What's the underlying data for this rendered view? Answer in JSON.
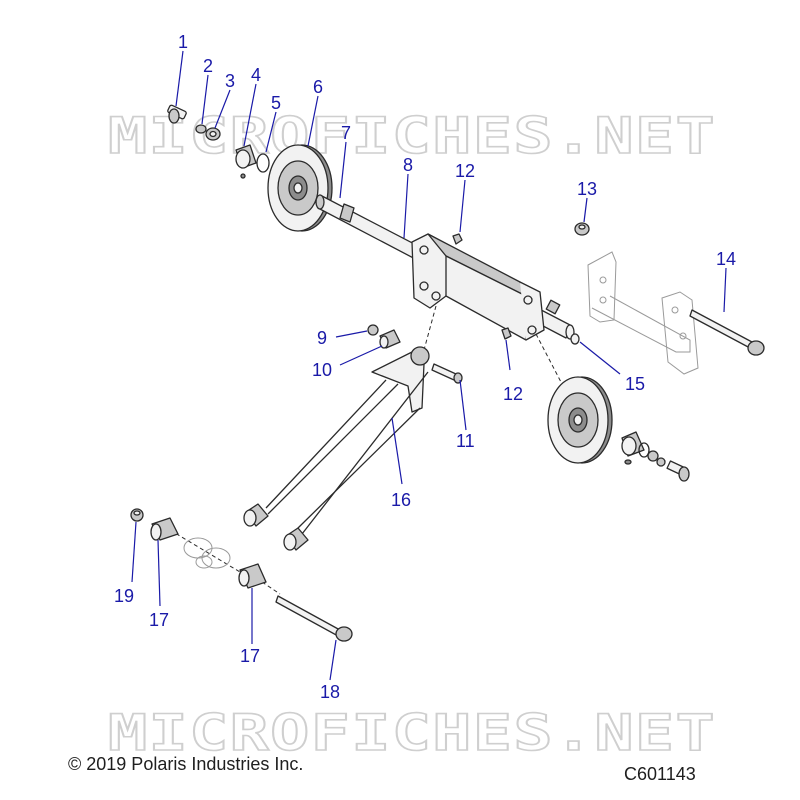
{
  "watermark": "MICROFICHES.NET",
  "copyright": "© 2019 Polaris Industries Inc.",
  "figure_code": "C601143",
  "callouts": [
    "1",
    "2",
    "3",
    "4",
    "5",
    "6",
    "7",
    "8",
    "12",
    "13",
    "14",
    "9",
    "10",
    "15",
    "12",
    "11",
    "16",
    "19",
    "17",
    "17",
    "18"
  ],
  "colors": {
    "callout": "#1a1aa8",
    "watermark": "#cfcfcf",
    "line": "#2b2b2b"
  }
}
